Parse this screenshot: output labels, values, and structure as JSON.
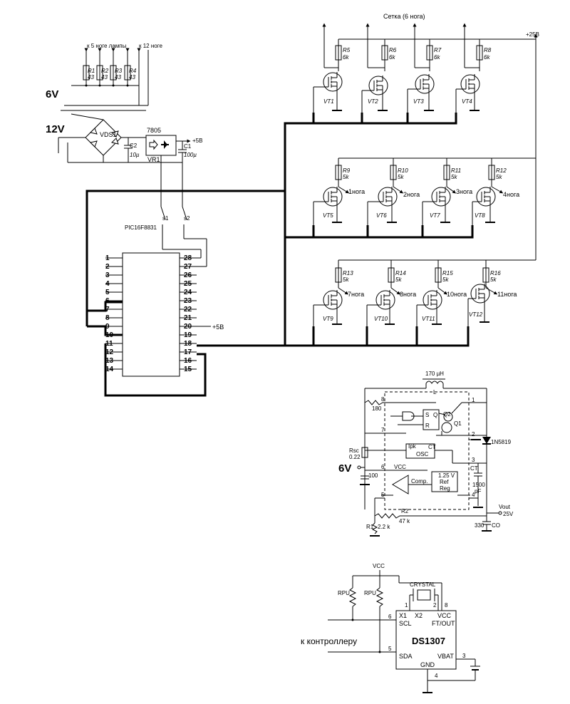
{
  "labels": {
    "grid": "Сетка (6 нога)",
    "lamp5": "к 5 ноге лампы",
    "lamp12": "к 12 ноге",
    "v25": "+25В",
    "v6": "6V",
    "v12": "12V",
    "vds": "VDS1",
    "reg": "7805",
    "vr": "VR1",
    "p5a": "+5В",
    "p5b": "+5В",
    "c1": "C1",
    "c1v": "100µ",
    "c2": "C2",
    "c2v": "10µ",
    "mcu": "PIC16F8831",
    "s1": "s1",
    "s2": "s2",
    "v6b": "6V",
    "kctrl": "к контроллеру",
    "ds": "DS1307"
  },
  "resistors": [
    {
      "name": "R1",
      "value": "43"
    },
    {
      "name": "R2",
      "value": "43"
    },
    {
      "name": "R3",
      "value": "43"
    },
    {
      "name": "R4",
      "value": "43"
    },
    {
      "name": "R5",
      "value": "6k"
    },
    {
      "name": "R6",
      "value": "6k"
    },
    {
      "name": "R7",
      "value": "6k"
    },
    {
      "name": "R8",
      "value": "6k"
    },
    {
      "name": "R9",
      "value": "5k"
    },
    {
      "name": "R10",
      "value": "5k"
    },
    {
      "name": "R11",
      "value": "5k"
    },
    {
      "name": "R12",
      "value": "5k"
    },
    {
      "name": "R13",
      "value": "5k"
    },
    {
      "name": "R14",
      "value": "5k"
    },
    {
      "name": "R15",
      "value": "5k"
    },
    {
      "name": "R16",
      "value": "5k"
    }
  ],
  "transistors": [
    {
      "name": "VT1"
    },
    {
      "name": "VT2"
    },
    {
      "name": "VT3"
    },
    {
      "name": "VT4"
    },
    {
      "name": "VT5",
      "out": "1нога"
    },
    {
      "name": "VT6",
      "out": "2нога"
    },
    {
      "name": "VT7",
      "out": "3нога"
    },
    {
      "name": "VT8",
      "out": "4нога"
    },
    {
      "name": "VT9",
      "out": "7нога"
    },
    {
      "name": "VT10",
      "out": "8нога"
    },
    {
      "name": "VT11",
      "out": "10нога"
    },
    {
      "name": "VT12",
      "out": "11нога"
    }
  ],
  "pins_left": [
    "1",
    "2",
    "3",
    "4",
    "5",
    "6",
    "7",
    "8",
    "9",
    "10",
    "11",
    "12",
    "13",
    "14"
  ],
  "pins_right": [
    "28",
    "27",
    "26",
    "25",
    "24",
    "23",
    "22",
    "21",
    "20",
    "19",
    "18",
    "17",
    "16",
    "15"
  ],
  "boost": {
    "l": "170 µH",
    "lname": "L",
    "r180": "180",
    "rsc": "Rsc",
    "rscv": "0.22",
    "c100": "100",
    "ipk": "Ipk",
    "osc": "OSC",
    "ct": "CT",
    "vcc": "VCC",
    "comp": "Comp.",
    "ref1": "1.25 V",
    "ref2": "Ref",
    "ref3": "Reg",
    "s": "S",
    "q": "Q",
    "r": "R",
    "q1": "Q1",
    "q2": "Q2",
    "diode": "1N5819",
    "ctlab": "CT",
    "ctv1": "1500",
    "ctv2": "pF",
    "p1": "1",
    "p2": "2",
    "p3": "3",
    "p4": "4",
    "p5": "5",
    "p6": "6",
    "p7": "7",
    "p8": "8",
    "vout": "Vout",
    "v25": "25V",
    "r2": "R2",
    "r2v": "47 k",
    "r1": "R1",
    "r1v": "2.2 k",
    "co": "330",
    "con": "CO"
  },
  "rtc": {
    "vcc": "VCC",
    "crystal": "CRYSTAL",
    "rpu1": "RPU",
    "rpu2": "RPU",
    "p1": "1",
    "p2": "2",
    "x1": "X1",
    "x2": "X2",
    "vcci": "VCC",
    "scl": "SCL",
    "ft": "FT/OUT",
    "sda": "SDA",
    "vbat": "VBAT",
    "gnd": "GND",
    "p6": "6",
    "p5": "5",
    "p3": "3",
    "p4": "4",
    "p8": "8"
  }
}
